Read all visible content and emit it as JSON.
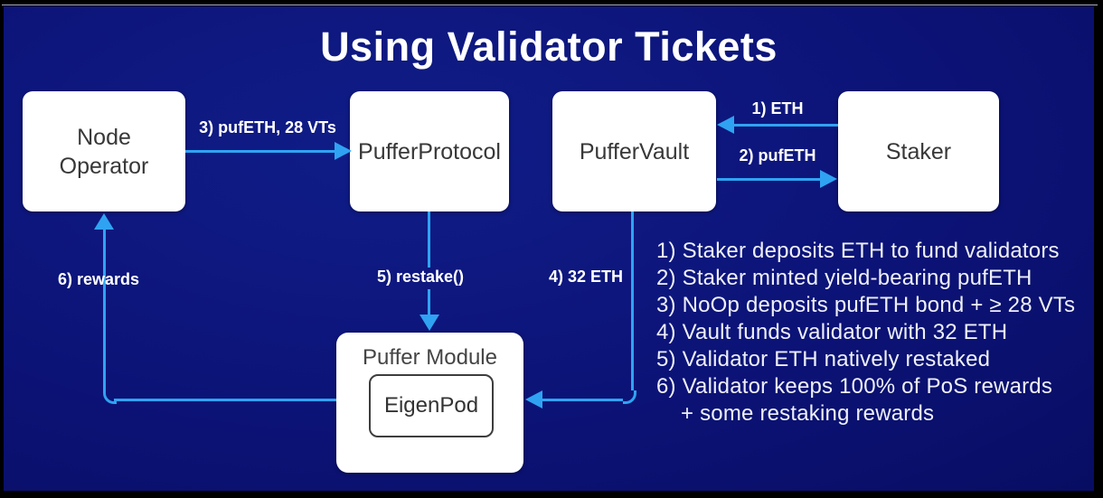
{
  "title": "Using Validator Tickets",
  "nodes": {
    "node_operator": {
      "label": "Node\nOperator"
    },
    "puffer_protocol": {
      "label": "PufferProtocol"
    },
    "puffer_vault": {
      "label": "PufferVault"
    },
    "staker": {
      "label": "Staker"
    },
    "puffer_module": {
      "label": "Puffer Module",
      "inner_label": "EigenPod"
    }
  },
  "edges": {
    "eth_deposit": {
      "label": "1) ETH"
    },
    "pufeth_mint": {
      "label": "2) pufETH"
    },
    "bond_deposit": {
      "label": "3) pufETH, 28 VTs"
    },
    "vault_funding": {
      "label": "4) 32 ETH"
    },
    "restake_call": {
      "label": "5) restake()"
    },
    "rewards": {
      "label": "6) rewards"
    }
  },
  "legend": {
    "lines": [
      "1) Staker deposits ETH to fund validators",
      "2) Staker minted yield-bearing pufETH",
      "3) NoOp deposits pufETH bond + ≥ 28 VTs",
      "4) Vault funds validator with 32 ETH",
      "5) Validator ETH natively restaked",
      "6) Validator keeps 100% of PoS rewards",
      "+ some restaking rewards"
    ]
  },
  "colors": {
    "background": "#0c1377",
    "arrow": "#2fa3f2",
    "box_fill": "#ffffff",
    "box_text": "#383838",
    "light_text": "#eef0f8"
  }
}
